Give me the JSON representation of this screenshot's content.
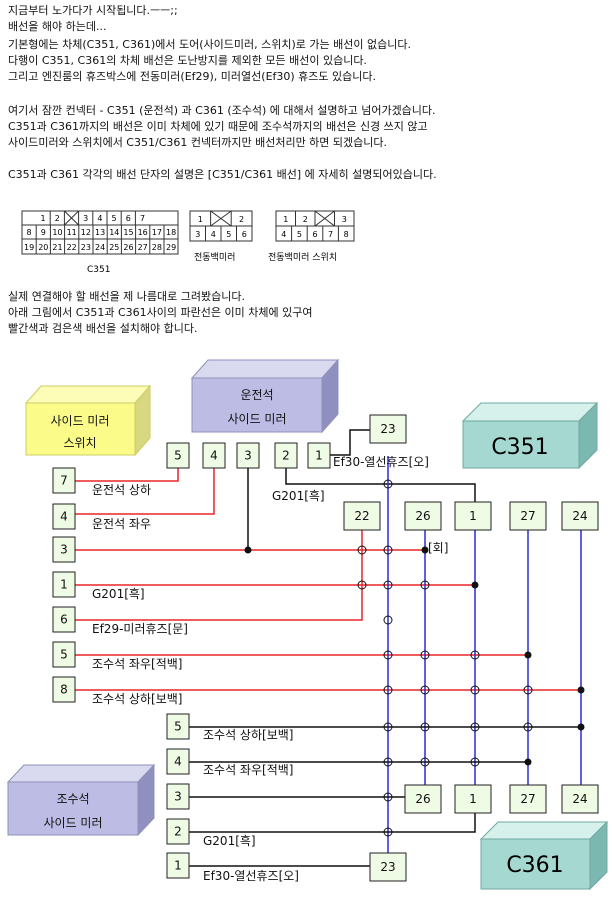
{
  "intro": {
    "lines": [
      "지금부터 노가다가 시작됩니다.ㅡㅡ;;",
      "배선을 해야 하는데...",
      "기본형에는 차체(C351, C361)에서 도어(사이드미러, 스위치)로 가는 배선이 없습니다.",
      "다행이 C351, C361의 차체 배선은 도난방지를 제외한 모든 배선이 있습니다.",
      "그리고 엔진룸의 휴즈박스에 전동미러(Ef29), 미러열선(Ef30) 휴즈도 있습니다.",
      "여기서 잠깐 컨넥터 - C351 (운전석) 과 C361 (조수석) 에 대해서 설명하고 넘어가겠습니다.",
      "C351과 C361까지의 배선은 이미 차체에 있기 때문에 조수석까지의 배선은 신경 쓰지 않고",
      "사이드미러와 스위치에서 C351/C361 컨넥터까지만 배선처리만 하면 되겠습니다.",
      "C351과 C361 각각의 배선 단자의 설명은 [C351/C361 배선] 에 자세히 설명되어있습니다."
    ]
  },
  "connectors": {
    "c351": {
      "label": "C351",
      "rows": [
        [
          "1",
          "2",
          "",
          "3",
          "4",
          "5",
          "6",
          "7"
        ],
        [
          "8",
          "9",
          "10",
          "11",
          "12",
          "13",
          "14",
          "15",
          "16",
          "17",
          "18"
        ],
        [
          "19",
          "20",
          "21",
          "22",
          "23",
          "24",
          "25",
          "26",
          "27",
          "28",
          "29"
        ]
      ]
    },
    "mirror": {
      "label": "전동백미러",
      "rows": [
        [
          "1",
          "",
          "2"
        ],
        [
          "3",
          "4",
          "5",
          "6"
        ]
      ]
    },
    "switch": {
      "label": "전동백미러 스위치",
      "rows": [
        [
          "1",
          "2",
          "",
          "3"
        ],
        [
          "4",
          "5",
          "6",
          "7",
          "8"
        ]
      ]
    }
  },
  "explain": {
    "lines": [
      "실제 연결해야 할 배선을 제 나름대로 그려봤습니다.",
      "아래 그림에서 C351과 C361사이의 파란선은 이미 차체에 있구여",
      "빨간색과 검은색 배선을 설치해야 합니다."
    ]
  },
  "diagram": {
    "colors": {
      "red": "#e8262a",
      "blue": "#2b2bd6",
      "black": "#111111",
      "box_fill": "#f0fbe6"
    },
    "blocks": {
      "side_mirror_switch": [
        "사이드 미러",
        "스위치"
      ],
      "driver_side_mirror": [
        "운전석",
        "사이드 미러"
      ],
      "passenger_side_mirror": [
        "조수석",
        "사이드 미러"
      ],
      "c351": "C351",
      "c361": "C361"
    },
    "switch_pins_top": [
      "5",
      "4",
      "3"
    ],
    "driver_mirror_pins": [
      "2",
      "1"
    ],
    "switch_left_pins": [
      "7",
      "4",
      "3",
      "1",
      "6",
      "5",
      "8"
    ],
    "switch_left_labels": [
      "운전석 상하",
      "운전석 좌우",
      "",
      "G201[흑]",
      "Ef29-미러휴즈[문]",
      "조수석 좌우[적백]",
      "조수석 상하[보백]"
    ],
    "c351_pins": [
      "23",
      "22",
      "26",
      "1",
      "27",
      "24"
    ],
    "c351_labels": {
      "ef30": "Ef30-열선휴즈[오]",
      "g201": "G201[흑]",
      "gray": "[회]"
    },
    "passenger_pins": [
      "5",
      "4",
      "3",
      "2",
      "1"
    ],
    "passenger_labels": [
      "조수석 상하[보백]",
      "조수석 좌우[적백]",
      "",
      "G201[흑]",
      "Ef30-열선휴즈[오]"
    ],
    "c361_pins": [
      "26",
      "1",
      "27",
      "24",
      "23"
    ]
  }
}
